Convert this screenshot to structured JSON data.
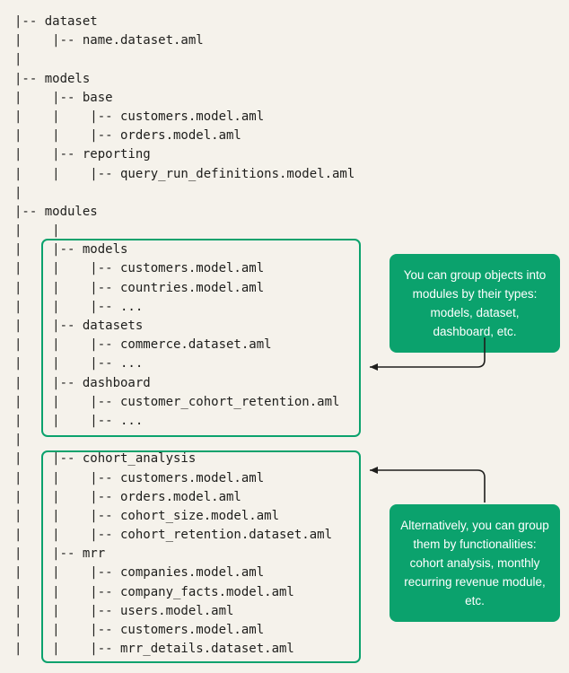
{
  "colors": {
    "background": "#f5f2eb",
    "text": "#1e1e1c",
    "accent_green": "#0ba26d"
  },
  "tree": {
    "lines": [
      "|-- dataset",
      "|    |-- name.dataset.aml",
      "|",
      "|-- models",
      "|    |-- base",
      "|    |    |-- customers.model.aml",
      "|    |    |-- orders.model.aml",
      "|    |-- reporting",
      "|    |    |-- query_run_definitions.model.aml",
      "|",
      "|-- modules",
      "|    |",
      "|    |-- models",
      "|    |    |-- customers.model.aml",
      "|    |    |-- countries.model.aml",
      "|    |    |-- ...",
      "|    |-- datasets",
      "|    |    |-- commerce.dataset.aml",
      "|    |    |-- ...",
      "|    |-- dashboard",
      "|    |    |-- customer_cohort_retention.aml",
      "|    |    |-- ...",
      "|",
      "|    |-- cohort_analysis",
      "|    |    |-- customers.model.aml",
      "|    |    |-- orders.model.aml",
      "|    |    |-- cohort_size.model.aml",
      "|    |    |-- cohort_retention.dataset.aml",
      "|    |-- mrr",
      "|    |    |-- companies.model.aml",
      "|    |    |-- company_facts.model.aml",
      "|    |    |-- users.model.aml",
      "|    |    |-- customers.model.aml",
      "|    |    |-- mrr_details.dataset.aml"
    ]
  },
  "callouts": {
    "by_type": "You can group objects into modules by their types: models, dataset, dashboard, etc.",
    "by_function": "Alternatively, you can group them by functionalities: cohort analysis, monthly recurring revenue module, etc."
  }
}
